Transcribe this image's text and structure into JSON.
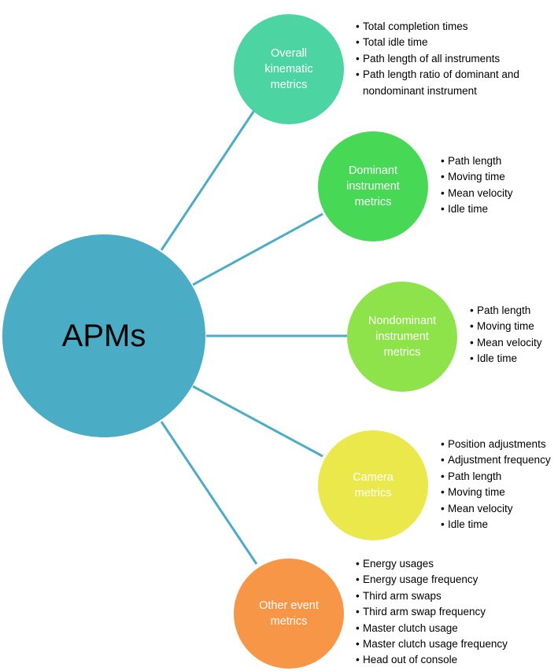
{
  "colors": {
    "hub": "#4bacc6",
    "connector": "#4bacc6",
    "overall": "#4cd4a2",
    "dominant": "#47d855",
    "nondominant": "#8ee34a",
    "camera": "#eae84a",
    "other": "#f79646"
  },
  "hub": {
    "label": "APMs"
  },
  "categories": [
    {
      "label": "Overall\nkinematic\nmetrics",
      "items": [
        "Total completion times",
        "Total idle time",
        "Path length of all instruments",
        "Path length ratio of dominant and nondominant instrument"
      ]
    },
    {
      "label": "Dominant\ninstrument\nmetrics",
      "items": [
        "Path length",
        "Moving time",
        "Mean velocity",
        "Idle time"
      ]
    },
    {
      "label": "Nondominant\ninstrument\nmetrics",
      "items": [
        "Path length",
        "Moving time",
        "Mean velocity",
        "Idle time"
      ]
    },
    {
      "label": "Camera\nmetrics",
      "items": [
        "Position adjustments",
        "Adjustment frequency",
        "Path length",
        "Moving time",
        "Mean velocity",
        "Idle time"
      ]
    },
    {
      "label": "Other event\nmetrics",
      "items": [
        "Energy usages",
        "Energy usage frequency",
        "Third arm swaps",
        "Third arm swap frequency",
        "Master clutch usage",
        "Master clutch usage frequency",
        "Head out of console"
      ]
    }
  ]
}
